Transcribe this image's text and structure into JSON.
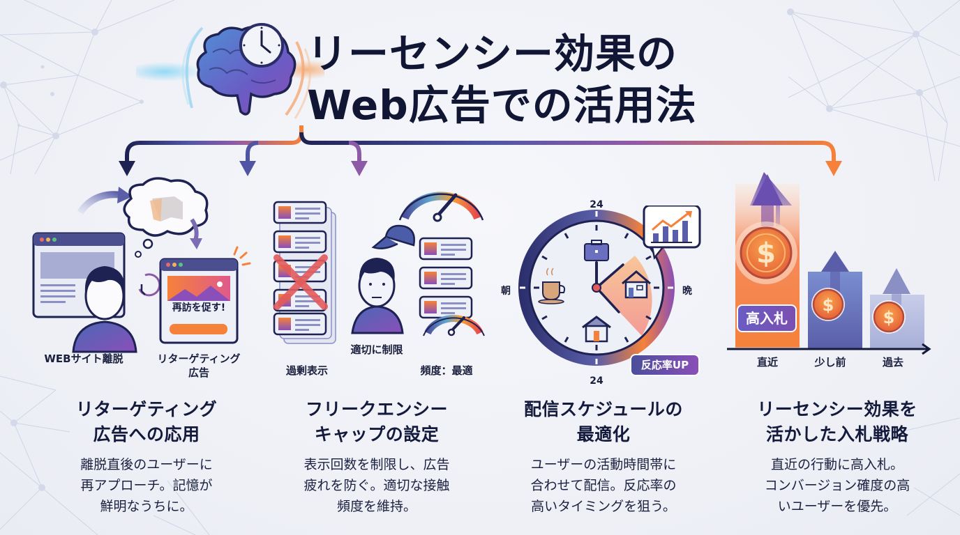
{
  "header": {
    "title_line1": "リーセンシー効果の",
    "title_line2": "Web広告での活用法",
    "icon": "brain-clock-icon"
  },
  "colors": {
    "navy": "#141a3c",
    "indigo": "#4b4f9b",
    "purple": "#8a5aa6",
    "orange": "#f5813a",
    "red_x": "#e35b5b",
    "background": "#eef0f6"
  },
  "sections": [
    {
      "id": "retargeting",
      "heading_line1": "リターゲティング",
      "heading_line2": "広告への応用",
      "desc_line1": "離脱直後のユーザーに",
      "desc_line2": "再アプローチ。記憶が",
      "desc_line3": "鮮明なうちに。",
      "illustration": {
        "left_caption": "WEBサイト離脱",
        "right_caption_line1": "リターゲティング",
        "right_caption_line2": "広告",
        "ad_text": "再訪を促す!"
      }
    },
    {
      "id": "frequency-cap",
      "heading_line1": "フリークエンシー",
      "heading_line2": "キャップの設定",
      "desc_line1": "表示回数を制限し、広告",
      "desc_line2": "疲れを防ぐ。適切な接触",
      "desc_line3": "頻度を維持。",
      "illustration": {
        "left_caption": "過剰表示",
        "center_caption": "適切に制限",
        "right_caption": "頻度：最適"
      }
    },
    {
      "id": "schedule",
      "heading_line1": "配信スケジュールの",
      "heading_line2": "最適化",
      "desc_line1": "ユーザーの活動時間帯に",
      "desc_line2": "合わせて配信。反応率の",
      "desc_line3": "高いタイミングを狙う。",
      "illustration": {
        "top_label": "24",
        "bottom_label": "24",
        "left_label": "朝",
        "right_label": "晩",
        "badge": "反応率UP"
      }
    },
    {
      "id": "bidding",
      "heading_line1": "リーセンシー効果を",
      "heading_line2": "活かした入札戦略",
      "desc_line1": "直近の行動に高入札。",
      "desc_line2": "コンバージョン確度の高",
      "desc_line3": "いユーザーを優先。",
      "illustration": {
        "badge": "高入札",
        "axis_labels": [
          "直近",
          "少し前",
          "過去"
        ]
      }
    }
  ]
}
